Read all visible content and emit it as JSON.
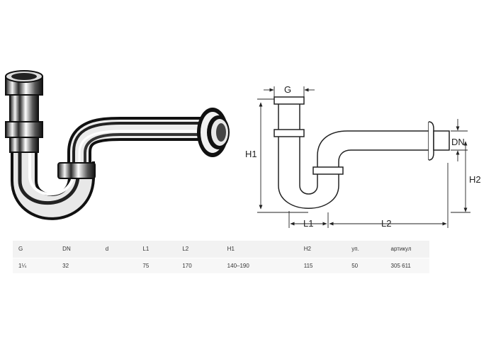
{
  "diagram": {
    "dim_labels": {
      "g": "G",
      "dn": "DN",
      "h1": "H1",
      "h2": "H2",
      "l1": "L1",
      "l2": "L2"
    }
  },
  "spec_table": {
    "headers": [
      "G",
      "DN",
      "d",
      "L1",
      "L2",
      "H1",
      "H2",
      "уп.",
      "артикул"
    ],
    "rows": [
      [
        "1¼",
        "32",
        "",
        "75",
        "170",
        "140–190",
        "115",
        "50",
        "305 611"
      ]
    ]
  }
}
